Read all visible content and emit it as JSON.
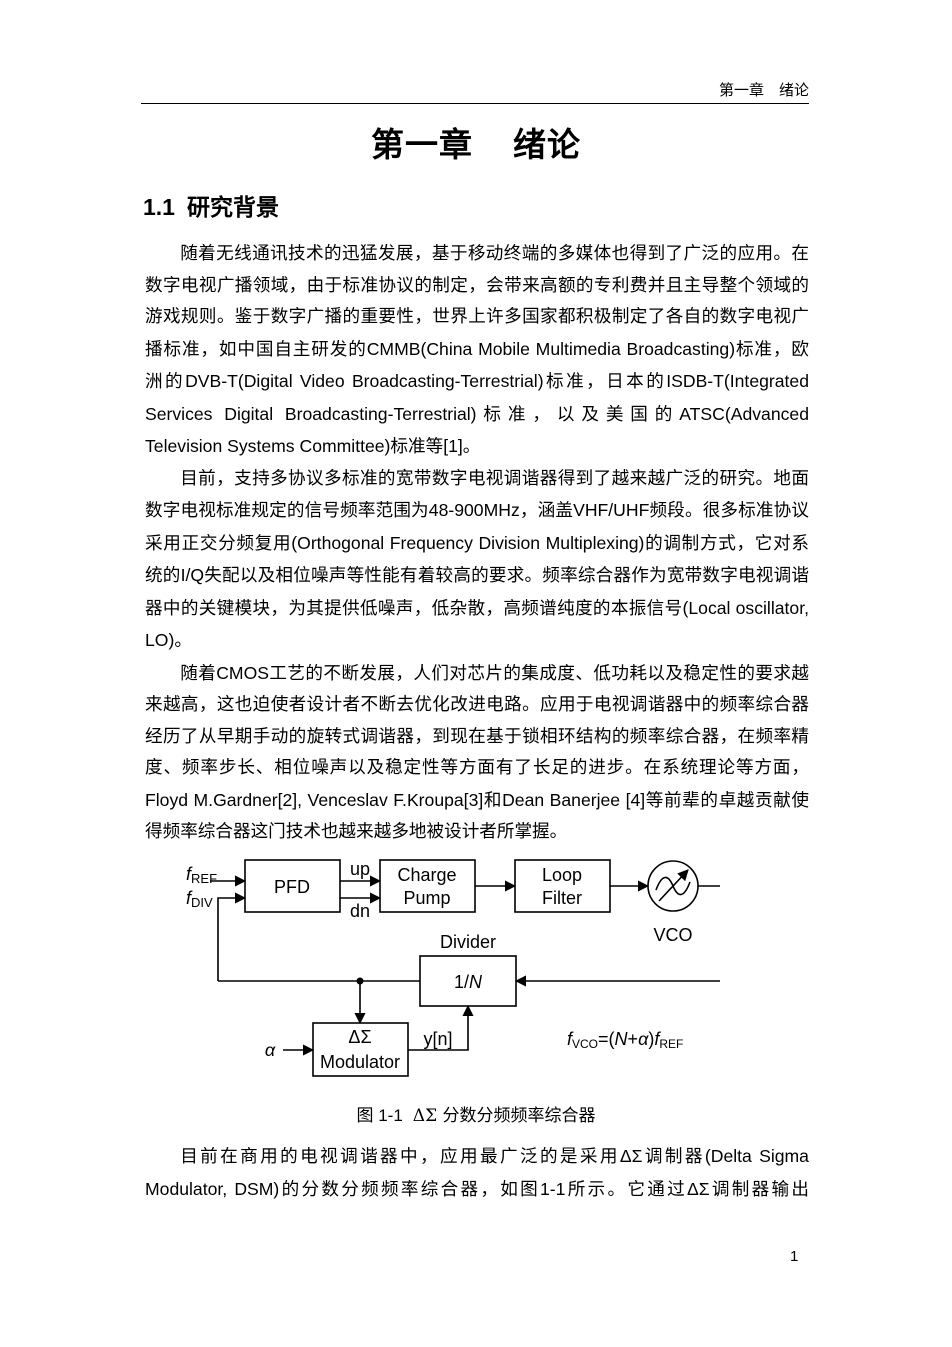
{
  "header": {
    "running_title": "第一章　绪论"
  },
  "chapter": {
    "title_part1": "第一章",
    "title_part2": "绪论"
  },
  "section": {
    "number": "1.1",
    "title": "研究背景"
  },
  "paragraphs": [
    [
      "随着无线通讯技术的迅猛发展，基于移动终端的多媒体也得到了广泛的应用。在数字电视广播领域，由于标准协议的制定，会带来高额的专利费并且主导整个领域的游戏规则。鉴于数字广播的重要性，世界上许多国家都积极制定了各自的数字电视广播标准，如中国自主研发的",
      "CMMB(China Mobile Multimedia Broadcasting)",
      "标准，欧洲的",
      "DVB-T(Digital Video Broadcasting-Terrestrial)",
      "标准，日本的",
      "ISDB-T(Integrated Services Digital Broadcasting-Terrestrial)",
      "标准，以及美国的",
      "ATSC(Advanced Television Systems Committee)",
      "标准等",
      "[1]",
      "。"
    ],
    [
      "目前，支持多协议多标准的宽带数字电视调谐器得到了越来越广泛的研究。地面数字电视标准规定的信号频率范围为",
      "48-900MHz",
      "，涵盖",
      "VHF/UHF",
      "频段。很多标准协议采用正交分频复用",
      "(Orthogonal Frequency Division Multiplexing)",
      "的调制方式，它对系统的",
      "I/Q",
      "失配以及相位噪声等性能有着较高的要求。频率综合器作为宽带数字电视调谐器中的关键模块，为其提供低噪声，低杂散，高频谱纯度的本振信号",
      "(Local oscillator, LO)",
      "。"
    ],
    [
      "随着",
      "CMOS",
      "工艺的不断发展，人们对芯片的集成度、低功耗以及稳定性的要求越来越高，这也迫使者设计者不断去优化改进电路。应用于电视调谐器中的频率综合器经历了从早期手动的旋转式调谐器，到现在基于锁相环结构的频率综合器，在频率精度、频率步长、相位噪声以及稳定性等方面有了长足的进步。在系统理论等方面，",
      "Floyd M.Gardner[2], Venceslav F.Kroupa[3]",
      "和",
      "Dean Banerjee [4]",
      "等前辈的卓越贡献使得频率综合器这门技术也越来越多地被设计者所掌握。"
    ]
  ],
  "figure": {
    "pfd": "PFD",
    "charge_pump_1": "Charge",
    "charge_pump_2": "Pump",
    "loop_filter_1": "Loop",
    "loop_filter_2": "Filter",
    "vco": "VCO",
    "divider_label": "Divider",
    "divider_value": "1/",
    "divider_var": "N",
    "dsm_1": "ΔΣ",
    "dsm_2": "Modulator",
    "up": "up",
    "dn": "dn",
    "yn": "y[n]",
    "alpha": "α",
    "f": "f",
    "ref_sub": "REF",
    "div_sub": "DIV",
    "vco_sub": "VCO",
    "eq_mid_1": "=(",
    "eq_n": "N",
    "eq_plus": "+",
    "eq_alpha": "α",
    "eq_close": ")"
  },
  "caption": {
    "label": "图 1-1",
    "text": "ΔΣ 分数分频频率综合器"
  },
  "paragraph_last": [
    "目前在商用的电视调谐器中，应用最广泛的是采用",
    "ΔΣ",
    "调制器",
    "(Delta Sigma Modulator, DSM)",
    "的分数分频频率综合器，如图",
    "1-1",
    "所示。它通过",
    "ΔΣ",
    "调制器输出"
  ],
  "page_number": "1"
}
